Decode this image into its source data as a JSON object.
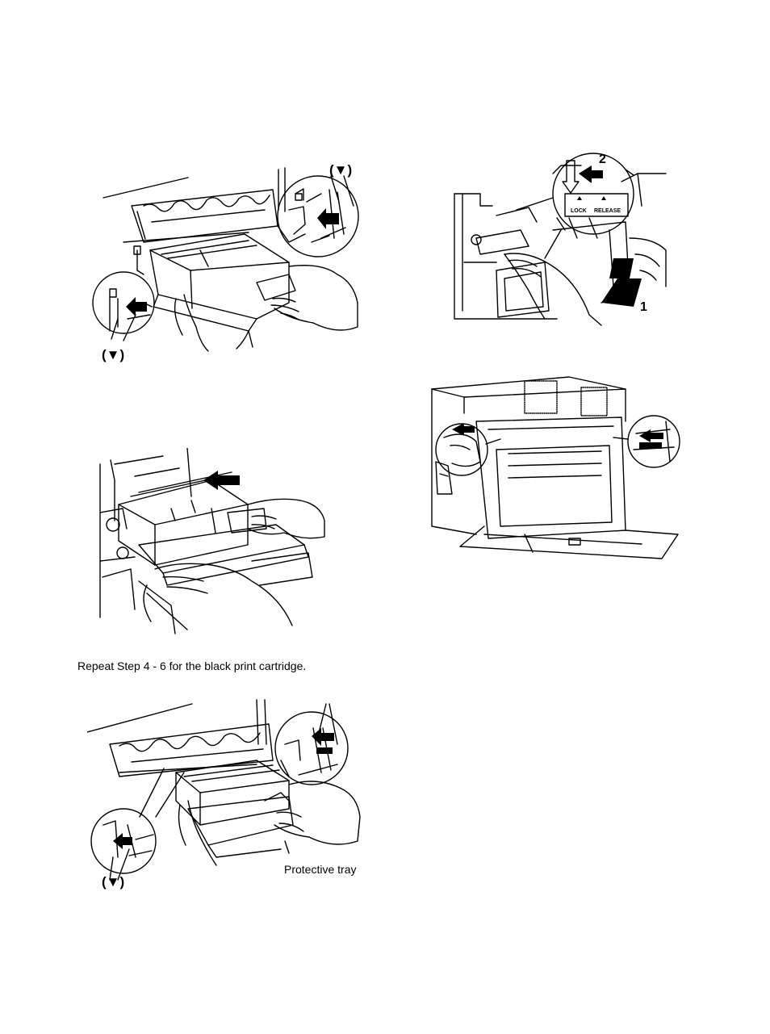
{
  "figure1": {
    "marker_top": "(▼)",
    "marker_bottom": "(▼)"
  },
  "figure2": {
    "lock_label": "LOCK",
    "release_label": "RELEASE",
    "step_1": "1",
    "step_2": "2"
  },
  "instruction": {
    "repeat_text": "Repeat Step 4 - 6 for the black print cartridge."
  },
  "figure5": {
    "marker_bottom": "(▼)",
    "protective_tray_label": "Protective tray"
  }
}
